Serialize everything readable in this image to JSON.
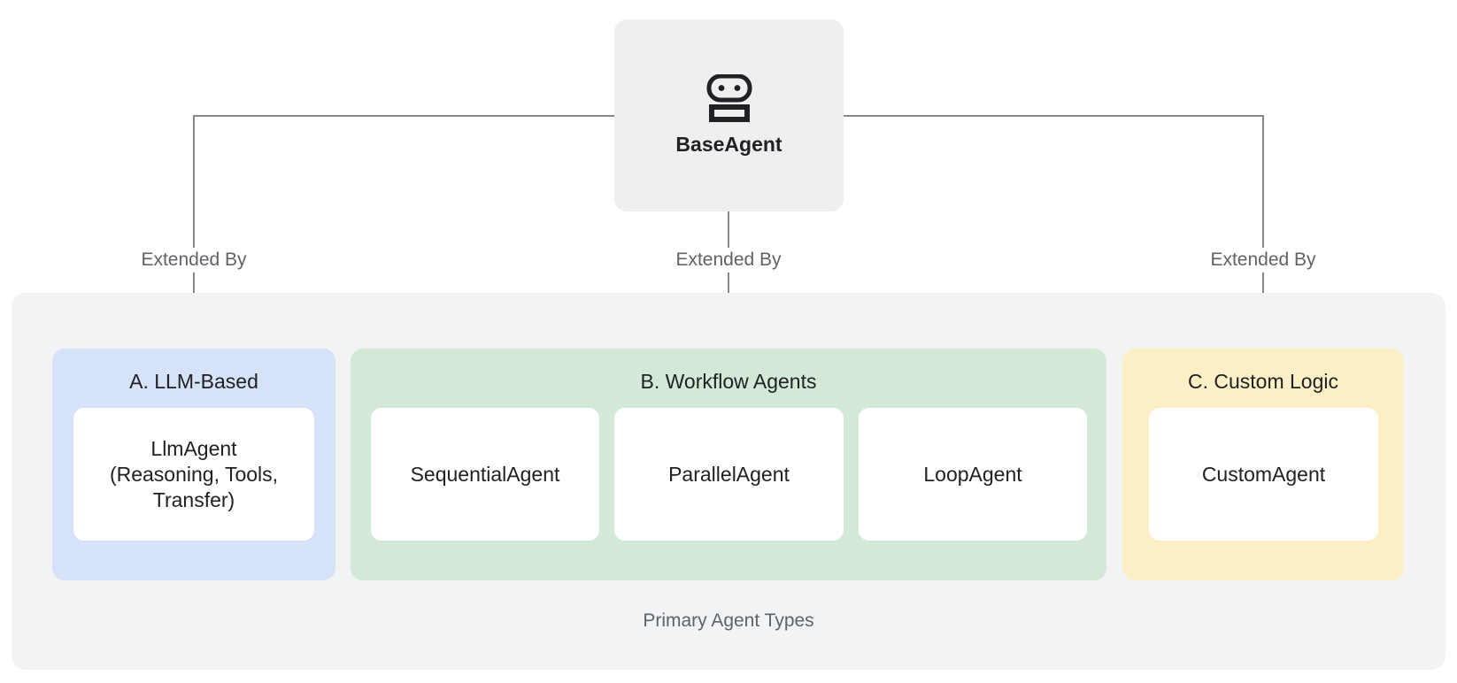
{
  "root": {
    "label": "BaseAgent",
    "icon": "robot-icon"
  },
  "edges": [
    {
      "label": "Extended By",
      "target": "llm-based"
    },
    {
      "label": "Extended By",
      "target": "workflow-agents"
    },
    {
      "label": "Extended By",
      "target": "custom-logic"
    }
  ],
  "region": {
    "label": "Primary Agent Types"
  },
  "groups": [
    {
      "title": "A. LLM-Based",
      "color": "#d6e2f8",
      "cards": [
        {
          "label": "LlmAgent\n(Reasoning, Tools,\nTransfer)"
        }
      ]
    },
    {
      "title": "B. Workflow Agents",
      "color": "#d3e9d7",
      "cards": [
        {
          "label": "SequentialAgent"
        },
        {
          "label": "ParallelAgent"
        },
        {
          "label": "LoopAgent"
        }
      ]
    },
    {
      "title": "C. Custom Logic",
      "color": "#fcefc6",
      "cards": [
        {
          "label": "CustomAgent"
        }
      ]
    }
  ],
  "colors": {
    "connector": "#5f6368",
    "root_fill": "#efefef",
    "region_fill": "#f1f3f4",
    "text": "#202124"
  }
}
